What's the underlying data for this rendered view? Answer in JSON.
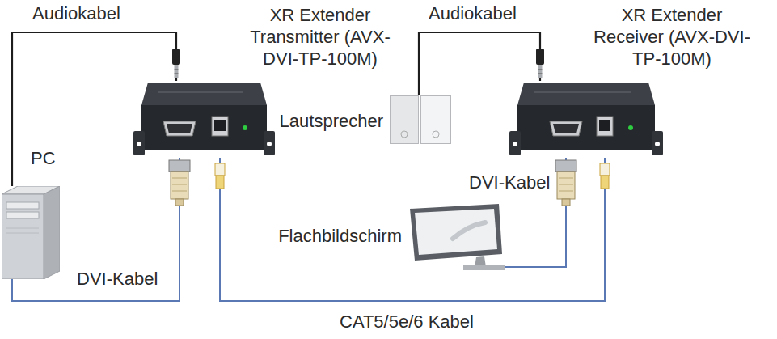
{
  "diagram": {
    "nodes": [
      {
        "text": [
          "PC"
        ]
      },
      {
        "text": [
          "XR Extender Transmitter (AVX-DVI-TP-100M)"
        ]
      },
      {
        "text": [
          "Lautsprecher"
        ]
      },
      {
        "text": [
          "XR Extender Receiver (AVX-DVI-TP-100M)"
        ]
      },
      {
        "text": [
          "Flachbildschirm"
        ]
      }
    ],
    "edges": [
      {
        "from": 0,
        "to": 1,
        "label": "Audiokabel",
        "arrow": "none"
      },
      {
        "from": 0,
        "to": 1,
        "label": "DVI-Kabel",
        "arrow": "none"
      },
      {
        "from": 1,
        "to": 3,
        "label": "CAT5/5e/6 Kabel",
        "arrow": "none"
      },
      {
        "from": 3,
        "to": 2,
        "label": "Audiokabel",
        "arrow": "none"
      },
      {
        "from": 3,
        "to": 4,
        "label": "DVI-Kabel",
        "arrow": "none"
      }
    ]
  }
}
